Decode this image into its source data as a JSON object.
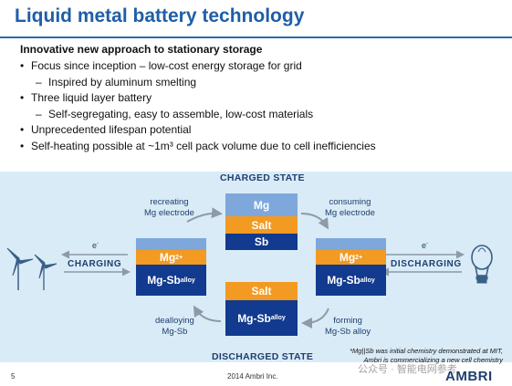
{
  "slide": {
    "title": "Liquid metal battery technology",
    "subtitle": "Innovative new approach to stationary storage",
    "bullets": [
      {
        "text": "Focus since inception – low-cost energy storage for grid",
        "sub": "Inspired by aluminum smelting"
      },
      {
        "text": "Three liquid layer battery",
        "sub": "Self-segregating, easy to assemble, low-cost materials"
      },
      {
        "text": "Unprecedented lifespan potential",
        "sub": null
      },
      {
        "text": "Self-heating possible at ~1m³ cell pack volume due to cell inefficiencies",
        "sub": null
      }
    ],
    "bullet_glyph": "•",
    "dash_glyph": "–",
    "page_number": "5",
    "copyright": "2014 Ambri Inc.",
    "logo": "AMBRI",
    "footnote_lines": [
      "*Mg||Sb was initial chemistry demonstrated at MIT,",
      "Ambri is commercializing a new cell chemistry"
    ],
    "watermark": "公众号 · 智能电网参考"
  },
  "diagram": {
    "charged_state": "CHARGED STATE",
    "discharged_state": "DISCHARGED STATE",
    "charged_cell": {
      "top": "Mg",
      "middle": "Salt",
      "bottom": "Sb"
    },
    "left_cell": {
      "ion": "Mg",
      "ion_sup": "2+",
      "bottom": "Mg-Sb",
      "bottom_sub": "alloy"
    },
    "right_cell": {
      "ion": "Mg",
      "ion_sup": "2+",
      "bottom": "Mg-Sb",
      "bottom_sub": "alloy"
    },
    "discharged_cell": {
      "top": "Salt",
      "bottom": "Mg-Sb",
      "bottom_sub": "alloy"
    },
    "recreating": [
      "recreating",
      "Mg electrode"
    ],
    "consuming": [
      "consuming",
      "Mg electrode"
    ],
    "dealloying": [
      "dealloying",
      "Mg-Sb"
    ],
    "forming": [
      "forming",
      "Mg-Sb alloy"
    ],
    "charging": "CHARGING",
    "discharging": "DISCHARGING",
    "electron": "e",
    "electron_sup": "-",
    "icons": [
      "wind-turbine-icon",
      "light-bulb-icon"
    ],
    "colors": {
      "background": "#d9ebf6",
      "mg": "#7ea8dc",
      "salt": "#f29a22",
      "sb": "#123a8e",
      "arrow": "#8e9aa6",
      "title": "#1f5ea8"
    }
  }
}
